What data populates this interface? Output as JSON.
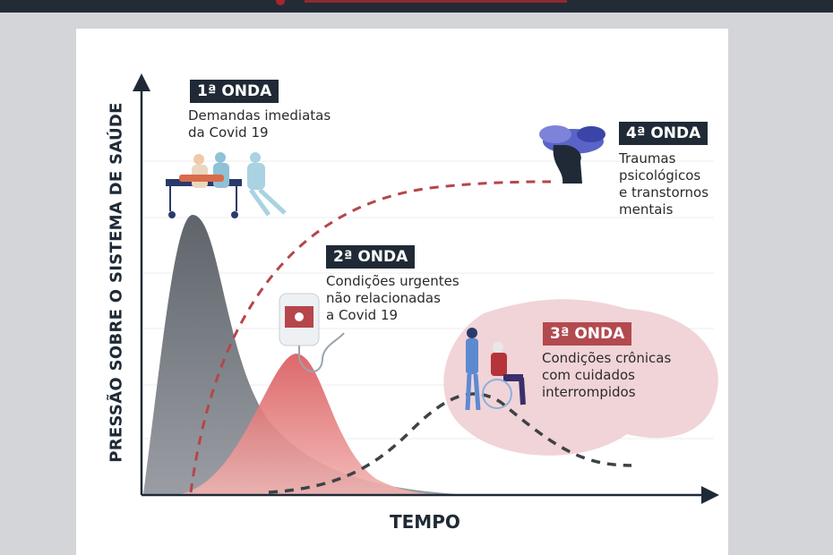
{
  "axes": {
    "y_label": "PRESSÃO SOBRE O SISTEMA DE SAÚDE",
    "x_label": "TEMPO"
  },
  "waves": [
    {
      "badge": "1ª ONDA",
      "lines": [
        "Demandas imediatas",
        "da Covid 19"
      ]
    },
    {
      "badge": "2ª ONDA",
      "lines": [
        "Condições urgentes",
        "não relacionadas",
        "a Covid 19"
      ]
    },
    {
      "badge": "3ª ONDA",
      "lines": [
        "Condições crônicas",
        "com cuidados",
        "interrompidos"
      ]
    },
    {
      "badge": "4ª ONDA",
      "lines": [
        "Traumas",
        "psicológicos",
        "e transtornos",
        "mentais"
      ]
    }
  ],
  "colors": {
    "wave1": "#6b7077",
    "wave2": "#d9575a",
    "wave3": "#3e4247",
    "wave4": "#b5464a",
    "badge_dark": "#1f2a36",
    "badge_red": "#b24a4f"
  }
}
